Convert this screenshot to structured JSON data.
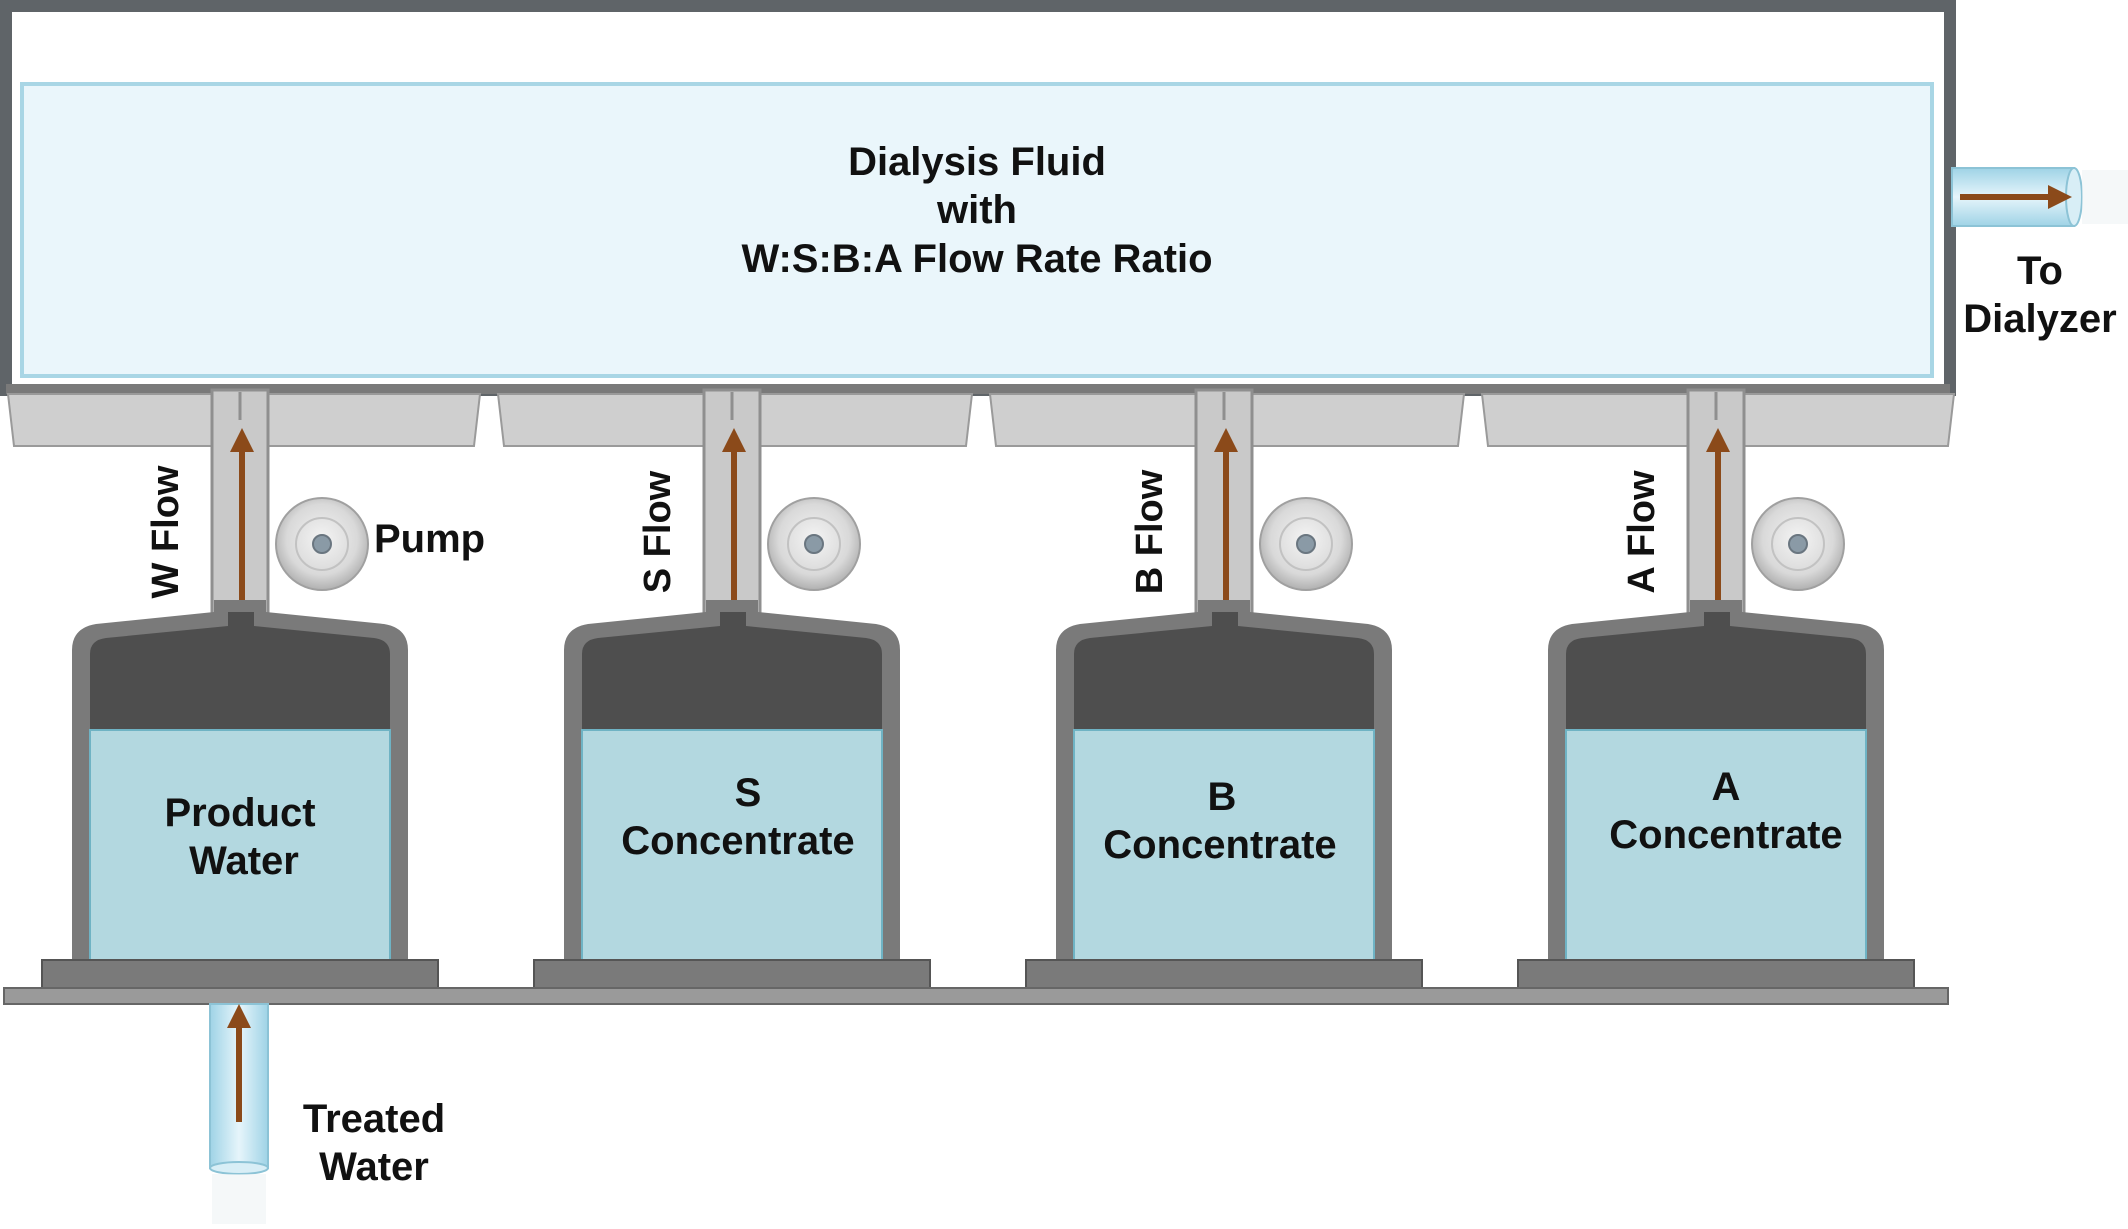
{
  "tank": {
    "line1": "Dialysis Fluid",
    "line2": "with",
    "line3": "W:S:B:A  Flow Rate Ratio"
  },
  "outlet": {
    "line1": "To",
    "line2": "Dialyzer"
  },
  "inlet": {
    "line1": "Treated",
    "line2": "Water"
  },
  "pump_label": "Pump",
  "units": [
    {
      "flow_label": "W Flow",
      "line1": "Product",
      "line2": "Water"
    },
    {
      "flow_label": "S Flow",
      "line1": "S",
      "line2": "Concentrate"
    },
    {
      "flow_label": "B Flow",
      "line1": "B",
      "line2": "Concentrate"
    },
    {
      "flow_label": "A Flow",
      "line1": "A",
      "line2": "Concentrate"
    }
  ],
  "colors": {
    "frame": "#5f6468",
    "fluid": "#eaf6fb",
    "fluid_edge": "#a9d6e5",
    "liquid": "#b3d8e0",
    "container_body": "#4e4e4e",
    "container_rim": "#7a7a7a",
    "pipe": "#c9c9c9",
    "tube": "#cfe9f3",
    "arrow": "#8b4a1a"
  }
}
